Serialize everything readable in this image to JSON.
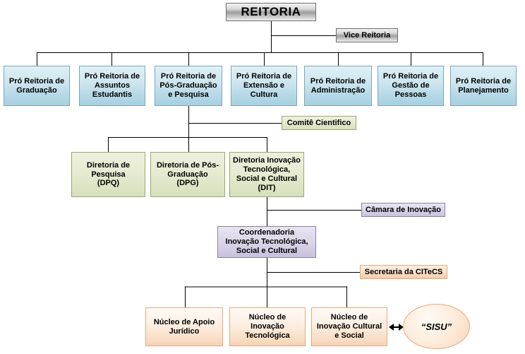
{
  "diagram": {
    "title_box": {
      "label": "REITORIA"
    },
    "vice": {
      "label": "Vice Reitoria"
    },
    "pro_reitorias": [
      {
        "label": "Pró Reitoria de\nGraduação"
      },
      {
        "label": "Pró Reitoria de\nAssuntos\nEstudantis"
      },
      {
        "label": "Pró Reitoria de\nPós-Graduação\ne Pesquisa"
      },
      {
        "label": "Pró Reitoria de\nExtensão e\nCultura"
      },
      {
        "label": "Pró Reitoria de\nAdministração"
      },
      {
        "label": "Pró Reitoria de\nGestão de\nPessoas"
      },
      {
        "label": "Pró Reitoria de\nPlanejamento"
      }
    ],
    "comite": {
      "label": "Comitê Cientifico"
    },
    "diretorias": [
      {
        "label": "Diretoria de\nPesquisa\n(DPQ)"
      },
      {
        "label": "Diretoria de Pós-\nGraduação\n(DPG)"
      },
      {
        "label": "Diretoria Inovação\nTecnológica,\nSocial e Cultural\n(DIT)"
      }
    ],
    "camara": {
      "label": "Câmara de Inovação"
    },
    "coordenadoria": {
      "label": "Coordenadoria\nInovação Tecnológica,\nSocial e Cultural"
    },
    "secretaria": {
      "label": "Secretaria da CITeCS"
    },
    "nucleos": [
      {
        "label": "Núcleo de Apoio\nJurídico"
      },
      {
        "label": "Núcleo de\nInovação\nTecnológica"
      },
      {
        "label": "Núcleo de\nInovação Cultural\ne Social"
      }
    ],
    "sisu": {
      "label": "“SISU”"
    },
    "colors": {
      "silver": "#9d9d9d",
      "blue": "#b5d8e6",
      "green": "#dde4c4",
      "purple": "#cfc7e0",
      "peach": "#f6d2b4",
      "line": "#000000",
      "line_gray": "#808080"
    }
  }
}
